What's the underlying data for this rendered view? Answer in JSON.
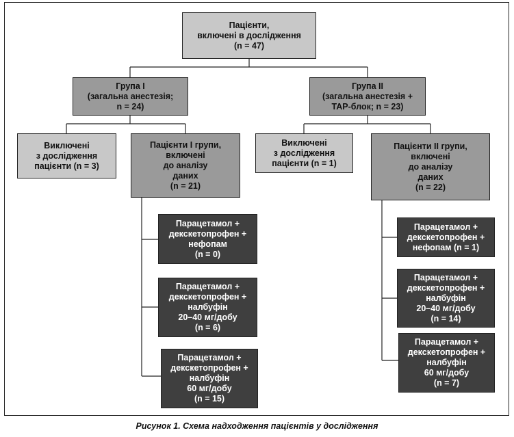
{
  "diagram": {
    "root": {
      "text": "Пацієнти,\nвключені в дослідження\n(n = 47)"
    },
    "group1": {
      "header": {
        "text": "Група I\n(загальна анестезія;\nn = 24)"
      },
      "excluded": {
        "text": "Виключені\nз дослідження\nпацієнти (n = 3)"
      },
      "included": {
        "text": "Пацієнти I групи,\nвключені\nдо аналізу\nданих\n(n = 21)"
      },
      "subgroups": [
        {
          "text": "Парацетамол +\nдекскетопрофен +\nнефопам\n(n = 0)"
        },
        {
          "text": "Парацетамол +\nдекскетопрофен +\nналбуфін\n20–40 мг/добу\n(n = 6)"
        },
        {
          "text": "Парацетамол +\nдекскетопрофен +\nналбуфін\n60 мг/добу\n(n = 15)"
        }
      ]
    },
    "group2": {
      "header": {
        "text": "Група II\n(загальна анестезія +\nTAP-блок; n = 23)"
      },
      "excluded": {
        "text": "Виключені\nз дослідження\nпацієнти (n = 1)"
      },
      "included": {
        "text": "Пацієнти II групи,\nвключені\nдо аналізу\nданих\n(n = 22)"
      },
      "subgroups": [
        {
          "text": "Парацетамол +\nдекскетопрофен +\nнефопам (n = 1)"
        },
        {
          "text": "Парацетамол +\nдекскетопрофен +\nналбуфін\n20–40 мг/добу\n(n = 14)"
        },
        {
          "text": "Парацетамол +\nдекскетопрофен +\nналбуфін\n60 мг/добу\n(n = 7)"
        }
      ]
    }
  },
  "caption": "Рисунок 1. Схема надходження пацієнтів у дослідження",
  "colors": {
    "light": "#c8c8c8",
    "mid": "#9a9a9a",
    "dark": "#3f3f3f",
    "line": "#222222"
  }
}
